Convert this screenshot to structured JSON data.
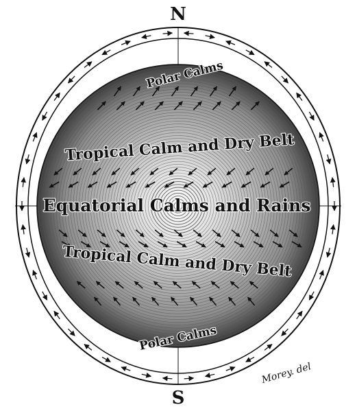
{
  "compass": {
    "north": "N",
    "south": "S"
  },
  "belts": {
    "polar_calms_north": "Polar Calms",
    "tropical_north": "Tropical Calm and Dry Belt",
    "equatorial": "Equatorial Calms and Rains",
    "tropical_south": "Tropical Calm and Dry Belt",
    "polar_calms_south": "Polar Calms"
  },
  "credit": "Morey. del",
  "colors": {
    "ink": "#111111",
    "paper": "#ffffff",
    "shade": "#8a8a8a"
  },
  "icons": [
    "wind-arrow-icon"
  ]
}
